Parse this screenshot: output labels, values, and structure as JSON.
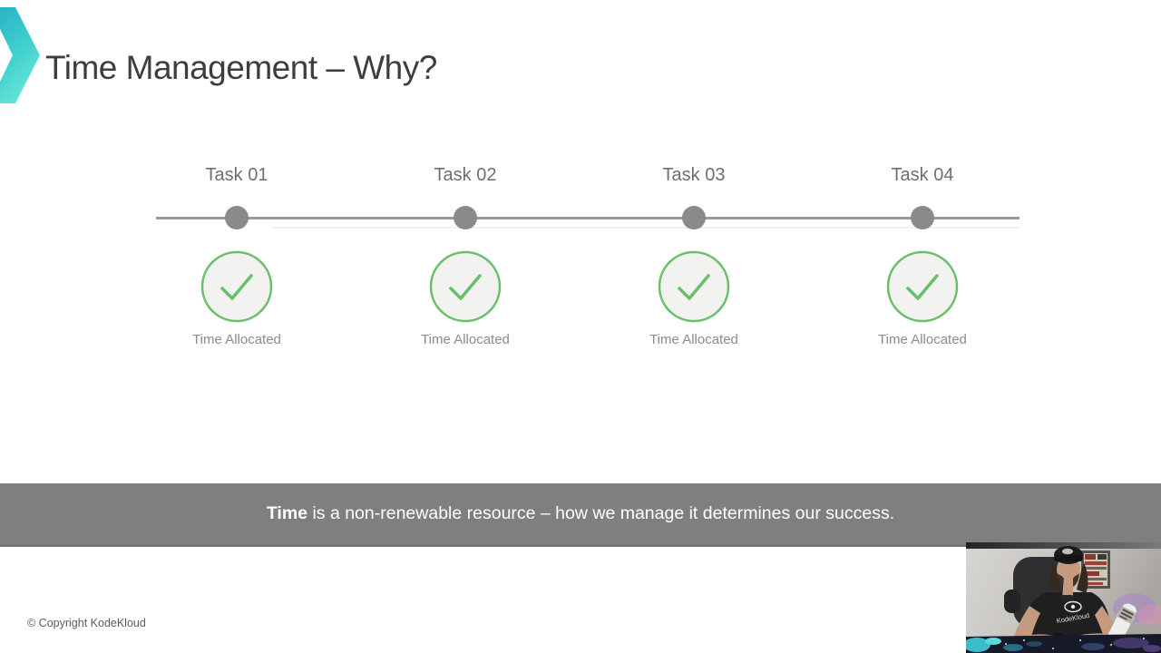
{
  "slide": {
    "title": "Time Management – Why?",
    "copyright": "© Copyright KodeKloud"
  },
  "timeline": {
    "tasks": [
      {
        "label": "Task 01",
        "status": "Time Allocated"
      },
      {
        "label": "Task 02",
        "status": "Time Allocated"
      },
      {
        "label": "Task 03",
        "status": "Time Allocated"
      },
      {
        "label": "Task 04",
        "status": "Time Allocated"
      }
    ]
  },
  "banner": {
    "highlight": "Time",
    "rest": " is a non-renewable resource – how we manage it determines our success."
  },
  "webcam": {
    "shirt_logo_text": "KodeKloud"
  },
  "colors": {
    "accent_teal_top": "#2bb2c6",
    "accent_teal_bottom": "#67e3d6",
    "check_green": "#6abf69",
    "circle_fill": "#f2f2f1",
    "timeline_line_gray": "#9a9a9a",
    "dot_gray": "#8a8a8a",
    "banner_gray": "#7f7f7f",
    "title_gray": "#3e3e3e"
  }
}
